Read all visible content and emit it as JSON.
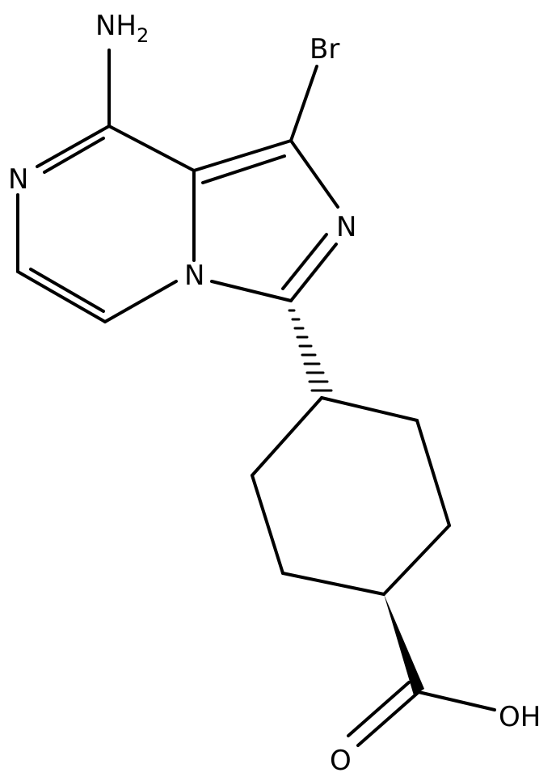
{
  "molecule": {
    "atoms": {
      "amine": {
        "main": "NH",
        "sub": "2"
      },
      "bromine": "Br",
      "pyrazine_n": "N",
      "imidazole_n": "N",
      "bridgehead_n": "N",
      "hydroxyl": "OH",
      "carbonyl_o": "O"
    }
  },
  "colors": {
    "ink": "#000000",
    "background": "#ffffff"
  }
}
